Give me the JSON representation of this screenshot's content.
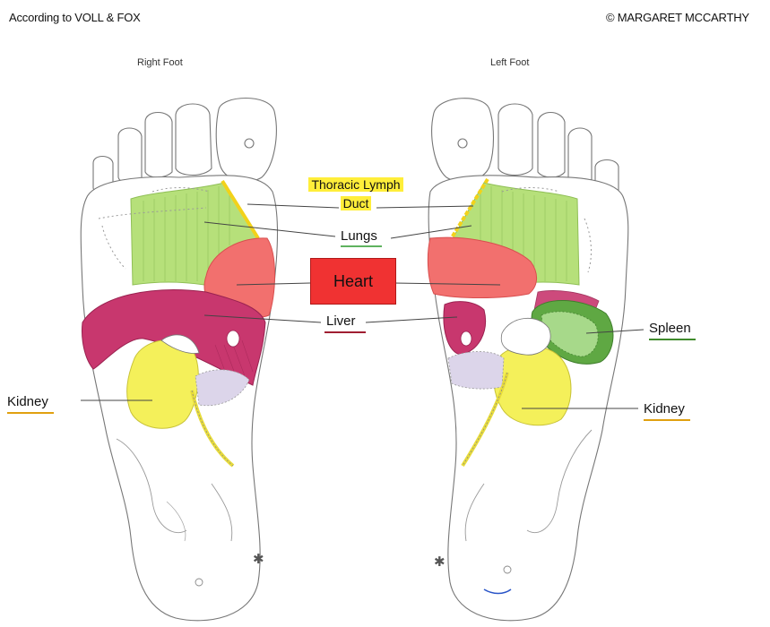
{
  "header": {
    "source": "According to VOLL & FOX",
    "copyright": "© MARGARET MCCARTHY"
  },
  "feet": {
    "right": "Right Foot",
    "left": "Left Foot"
  },
  "labels": {
    "lymph_line1": "Thoracic Lymph",
    "lymph_line2": "Duct",
    "lungs": "Lungs",
    "heart": "Heart",
    "liver": "Liver",
    "spleen": "Spleen",
    "kidney_right": "Kidney",
    "kidney_left": "Kidney"
  },
  "colors": {
    "lungs": "#b6e07a",
    "heart": "#f2706e",
    "liver": "#c8376e",
    "kidney": "#f4f05a",
    "spleen": "#5fa843",
    "lymph": "#ffee3a",
    "heart_box": "#f03232"
  }
}
